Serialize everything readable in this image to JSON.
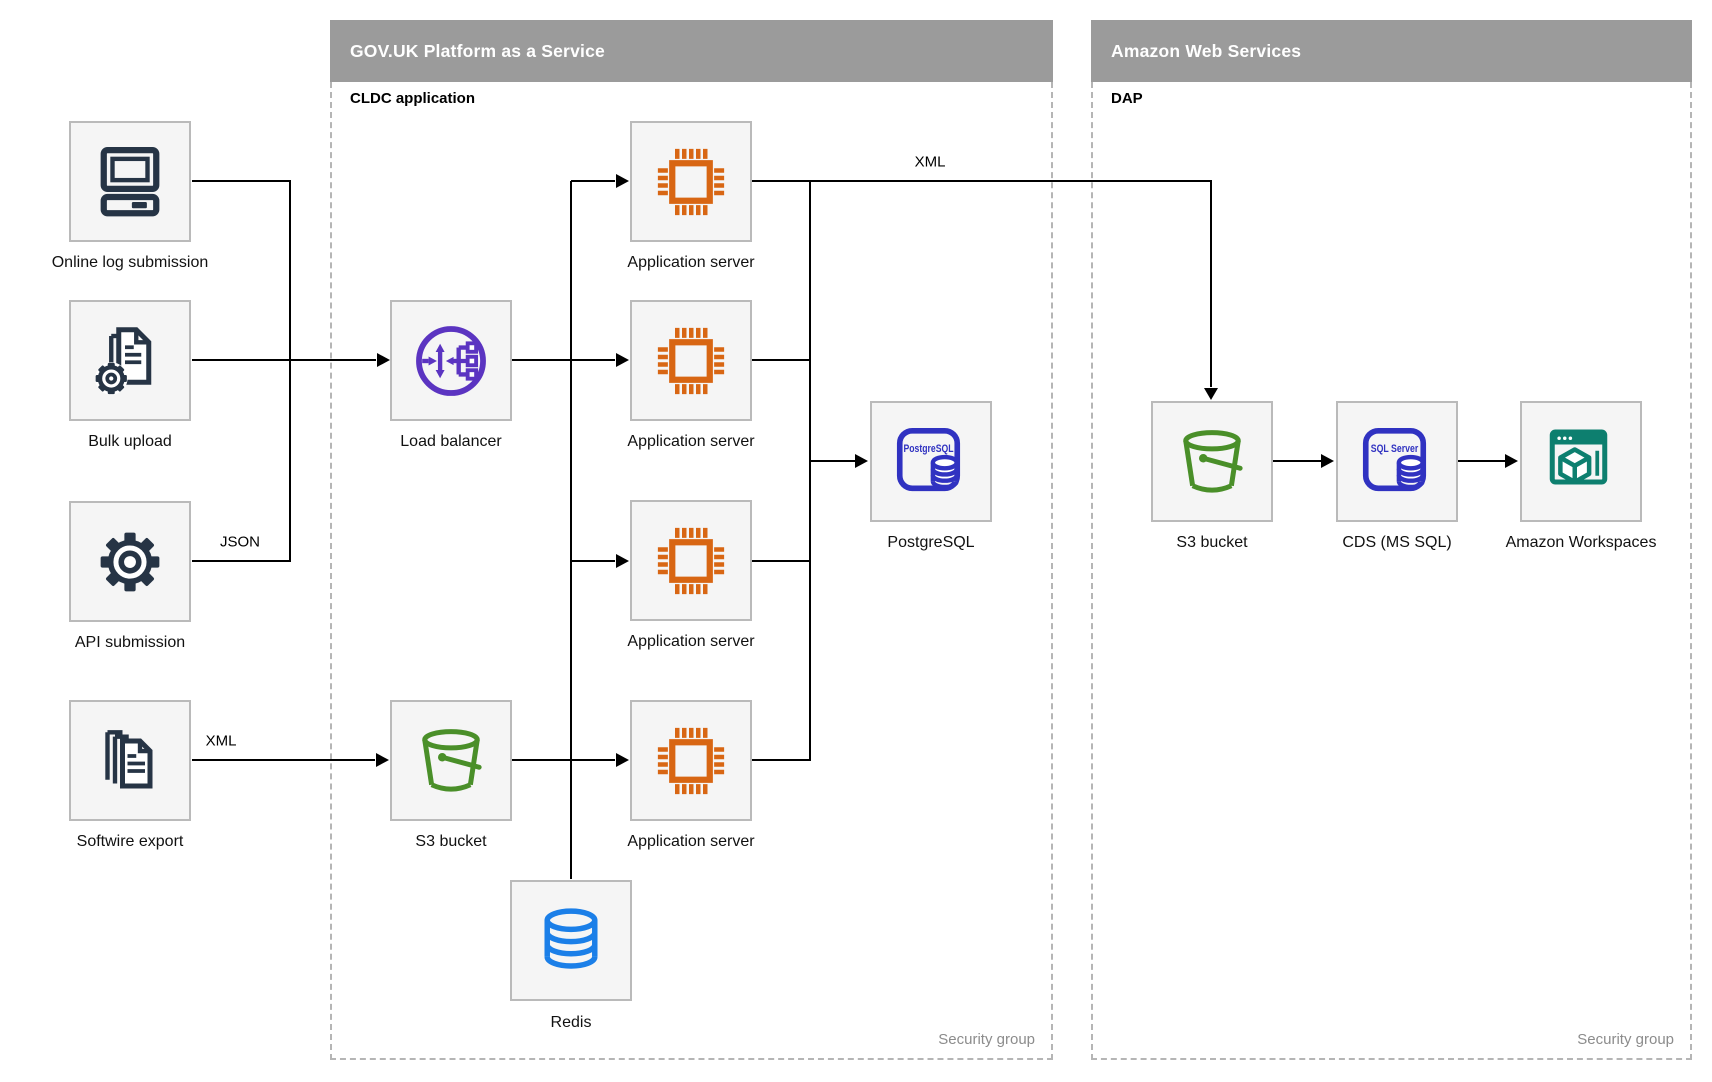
{
  "panels": {
    "paas": {
      "title": "GOV.UK Platform as a Service",
      "sublabel": "CLDC application",
      "footer": "Security group"
    },
    "aws": {
      "title": "Amazon Web Services",
      "sublabel": "DAP",
      "footer": "Security group"
    }
  },
  "nodes": {
    "online_log": {
      "label": "Online log submission",
      "icon": "desktop-icon"
    },
    "bulk_upload": {
      "label": "Bulk upload",
      "icon": "document-gear-icon"
    },
    "api_submission": {
      "label": "API submission",
      "icon": "gear-icon"
    },
    "softwire_export": {
      "label": "Softwire export",
      "icon": "documents-stack-icon"
    },
    "load_balancer": {
      "label": "Load balancer",
      "icon": "load-balancer-icon"
    },
    "s3_paas": {
      "label": "S3 bucket",
      "icon": "s3-bucket-icon"
    },
    "app_server_1": {
      "label": "Application server",
      "icon": "chip-icon"
    },
    "app_server_2": {
      "label": "Application server",
      "icon": "chip-icon"
    },
    "app_server_3": {
      "label": "Application server",
      "icon": "chip-icon"
    },
    "app_server_4": {
      "label": "Application server",
      "icon": "chip-icon"
    },
    "redis": {
      "label": "Redis",
      "icon": "redis-database-icon"
    },
    "postgresql": {
      "label": "PostgreSQL",
      "icon": "postgresql-icon",
      "icon_text": "PostgreSQL"
    },
    "s3_aws": {
      "label": "S3 bucket",
      "icon": "s3-bucket-icon"
    },
    "cds": {
      "label": "CDS (MS SQL)",
      "icon": "sql-server-icon",
      "icon_text": "SQL Server"
    },
    "workspaces": {
      "label": "Amazon Workspaces",
      "icon": "workspaces-icon"
    }
  },
  "edge_labels": {
    "json": "JSON",
    "xml_left": "XML",
    "xml_right": "XML"
  },
  "colors": {
    "header_gray": "#9b9b9b",
    "dashed_border": "#b5b5b5",
    "node_fill": "#f5f5f5",
    "node_border": "#bababa",
    "connector": "#000000",
    "icon_navy": "#263445",
    "icon_purple": "#5b34c1",
    "icon_orange": "#d86613",
    "icon_green": "#4a8f29",
    "icon_blue": "#1b7fe8",
    "icon_indigo": "#3032c1",
    "icon_teal": "#0d7f6f",
    "footer_gray": "#8c8c8c"
  }
}
